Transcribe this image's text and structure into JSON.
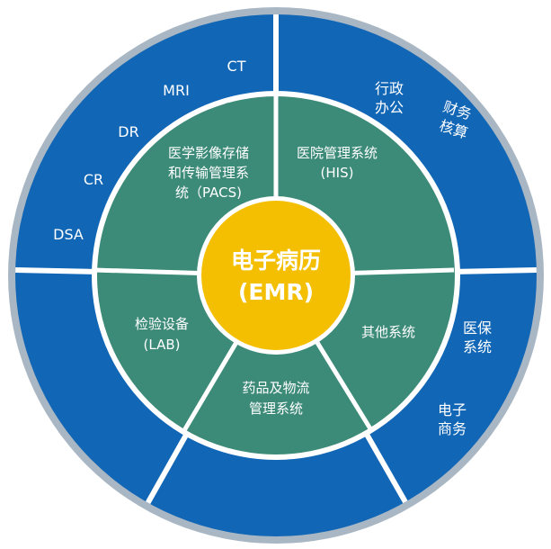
{
  "colors": {
    "outer_ring": "#1166b6",
    "outer_ring_edge": "#a9b7c4",
    "middle_ring": "#3c8a78",
    "core": "#f4bf00",
    "separator": "#ffffff"
  },
  "core": {
    "line1": "电子病历",
    "line2": "(EMR)"
  },
  "middle_segments": {
    "pacs": {
      "line1": "医学影像存储",
      "line2": "和传输管理系",
      "line3": "统（PACS)"
    },
    "his": {
      "line1": "医院管理系统",
      "line2": "(HIS)"
    },
    "lab": {
      "line1": "检验设备",
      "line2": "(LAB)"
    },
    "drugs": {
      "line1": "药品及物流",
      "line2": "管理系统"
    },
    "other": {
      "line1": "其他系统"
    }
  },
  "outer_items": {
    "ct": "CT",
    "mri": "MRI",
    "dr": "DR",
    "cr": "CR",
    "dsa": "DSA",
    "admin": {
      "line1": "行政",
      "line2": "办公"
    },
    "finance": {
      "line1": "财务",
      "line2": "核算"
    },
    "insurance": {
      "line1": "医保",
      "line2": "系统"
    },
    "ecommerce": {
      "line1": "电子",
      "line2": "商务"
    }
  }
}
